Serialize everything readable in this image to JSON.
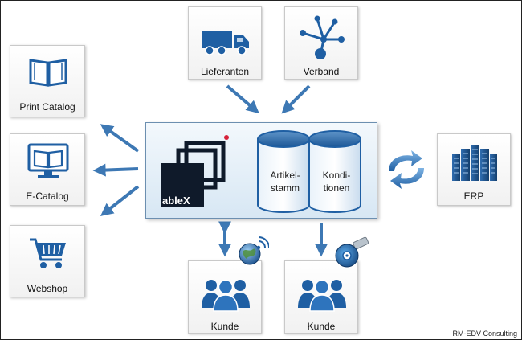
{
  "nodes": {
    "print_catalog": "Print Catalog",
    "e_catalog": "E-Catalog",
    "webshop": "Webshop",
    "lieferanten": "Lieferanten",
    "verband": "Verband",
    "erp": "ERP",
    "kunde_left": "Kunde",
    "kunde_right": "Kunde"
  },
  "center": {
    "logo_text": "ableX",
    "db_left": [
      "Artikel-",
      "stamm"
    ],
    "db_right": [
      "Kondi-",
      "tionen"
    ]
  },
  "credit": "RM-EDV Consulting",
  "colors": {
    "icon_blue": "#1f5fa3",
    "arrow_blue": "#3d78b4",
    "logo_dark": "#0f1a2a",
    "logo_dot": "#d6223a"
  }
}
